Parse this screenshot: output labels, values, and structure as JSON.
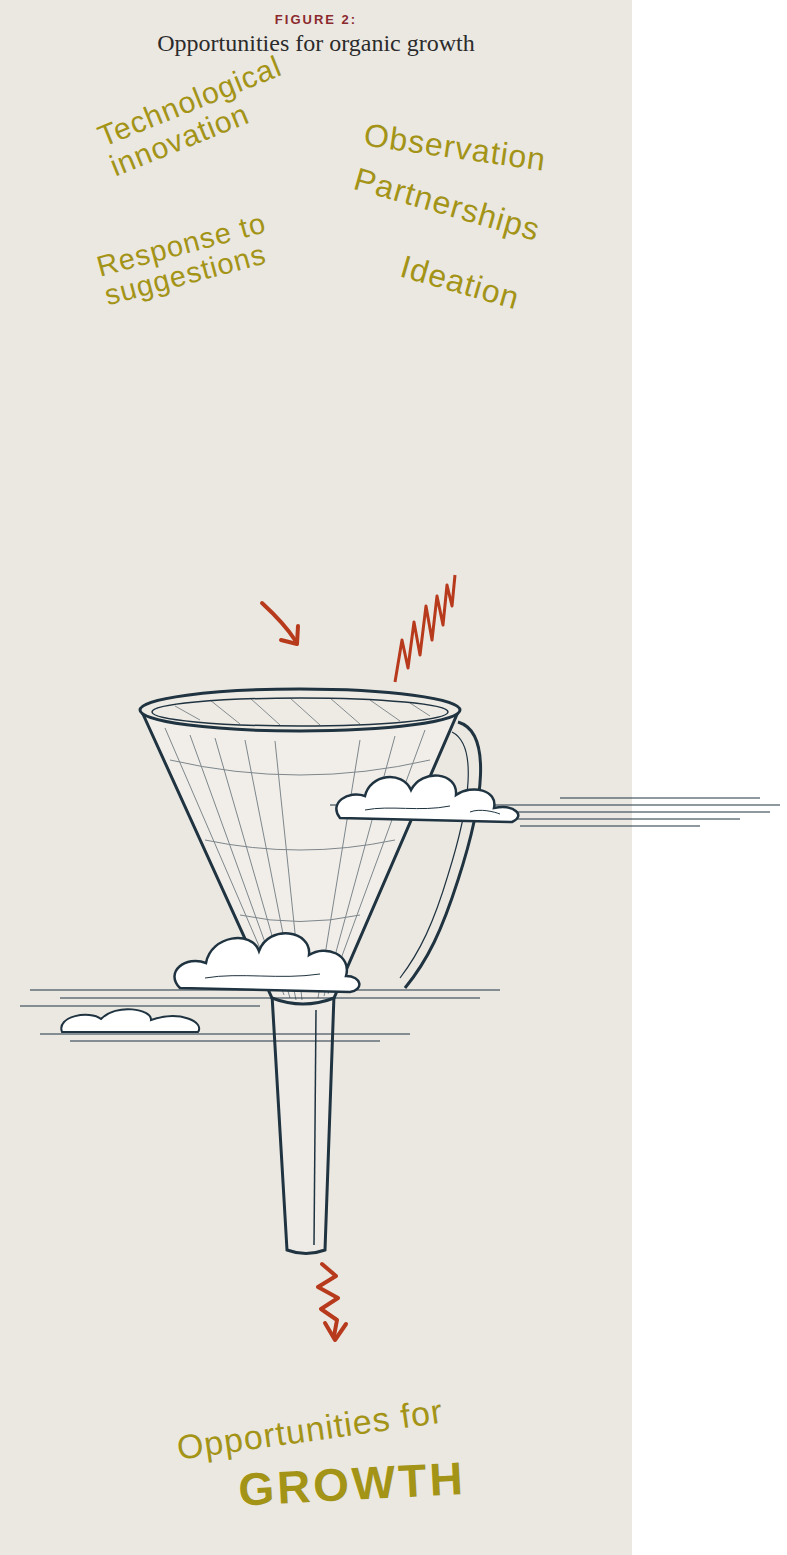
{
  "diagram": {
    "title": "Opportunities for organic growth",
    "labels": [
      "FIGURE 2:",
      "Technological innovation",
      "Observation",
      "Partnerships",
      "Response to suggestions",
      "Ideation",
      "Opportunities for",
      "GROWTH"
    ]
  }
}
